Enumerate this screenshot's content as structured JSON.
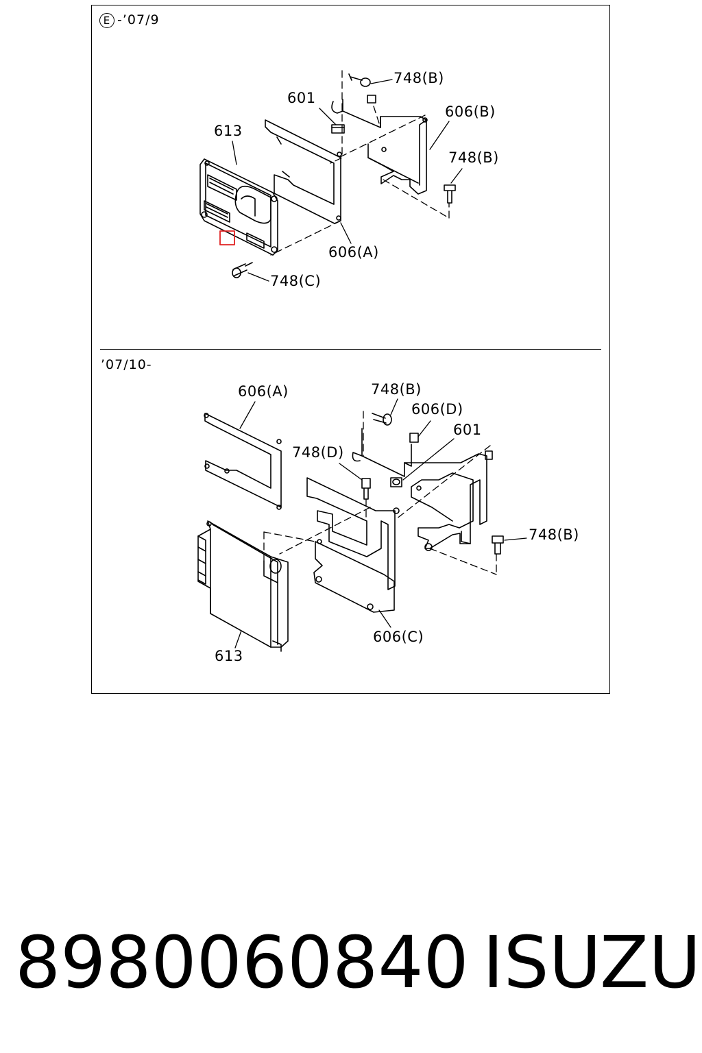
{
  "top_section": {
    "marker": "E",
    "period": "-’07/9",
    "callouts": {
      "c748b_1": "748(B)",
      "c601": "601",
      "c606b": "606(B)",
      "c613": "613",
      "c748b_2": "748(B)",
      "c606a": "606(A)",
      "c748c": "748(C)"
    }
  },
  "bottom_section": {
    "period": "’07/10-",
    "callouts": {
      "c606a": "606(A)",
      "c748b_1": "748(B)",
      "c606d": "606(D)",
      "c601": "601",
      "c748d": "748(D)",
      "c748b_2": "748(B)",
      "c606c": "606(C)",
      "c613": "613"
    }
  },
  "footer": {
    "part_number": "8980060840",
    "brand": "ISUZU"
  },
  "colors": {
    "line": "#000000",
    "highlight": "#e02020"
  }
}
